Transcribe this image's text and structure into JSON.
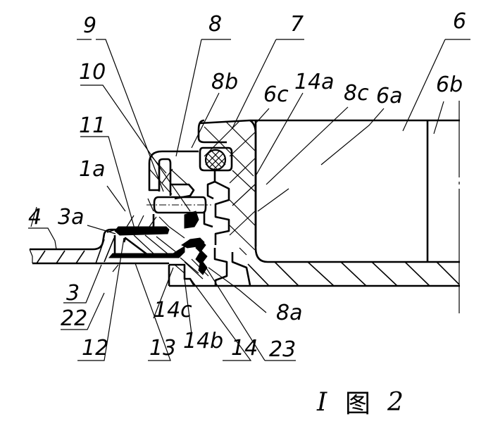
{
  "figure": {
    "caption_prefix": "I",
    "caption_figure_char": "图",
    "caption_number": "2"
  },
  "labels": {
    "l9": "9",
    "l8": "8",
    "l7": "7",
    "l6": "6",
    "l10": "10",
    "l8b": "8b",
    "l6c": "6c",
    "l14a": "14a",
    "l8c": "8c",
    "l6a": "6a",
    "l6b": "6b",
    "l11": "11",
    "l1a": "1a",
    "l4": "4",
    "l3a": "3a",
    "l3": "3",
    "l22": "22",
    "l12": "12",
    "l13": "13",
    "l14c": "14c",
    "l14b": "14b",
    "l14": "14",
    "l23": "23",
    "l8a": "8a"
  },
  "colors": {
    "ink": "#000000",
    "paper": "#ffffff"
  }
}
